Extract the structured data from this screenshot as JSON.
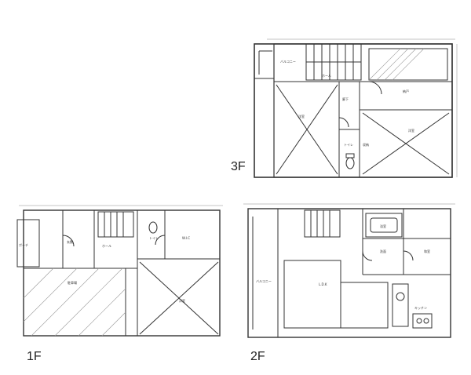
{
  "floors": [
    {
      "id": "3f",
      "label": "3F",
      "rooms": [
        {
          "key": "balcony",
          "text": "バルコニー"
        },
        {
          "key": "hall",
          "text": "ホール"
        },
        {
          "key": "storage",
          "text": "納戸"
        },
        {
          "key": "toilet",
          "text": "トイレ"
        },
        {
          "key": "closet",
          "text": "収納"
        },
        {
          "key": "western_a",
          "text": "洋室"
        },
        {
          "key": "western_b",
          "text": "洋室"
        },
        {
          "key": "corridor",
          "text": "廊下"
        }
      ]
    },
    {
      "id": "1f",
      "label": "1F",
      "rooms": [
        {
          "key": "entrance",
          "text": "玄関"
        },
        {
          "key": "hall",
          "text": "ホール"
        },
        {
          "key": "wc",
          "text": "トイレ"
        },
        {
          "key": "closet",
          "text": "W.I.C"
        },
        {
          "key": "western",
          "text": "洋室"
        },
        {
          "key": "parking",
          "text": "駐車場"
        },
        {
          "key": "porch",
          "text": "ポーチ"
        }
      ]
    },
    {
      "id": "2f",
      "label": "2F",
      "rooms": [
        {
          "key": "ldk",
          "text": "L.D.K"
        },
        {
          "key": "bath",
          "text": "浴室"
        },
        {
          "key": "wash",
          "text": "洗面"
        },
        {
          "key": "japanese",
          "text": "和室"
        },
        {
          "key": "kitchen",
          "text": "キッチン"
        },
        {
          "key": "balcony",
          "text": "バルコニー"
        }
      ]
    }
  ]
}
